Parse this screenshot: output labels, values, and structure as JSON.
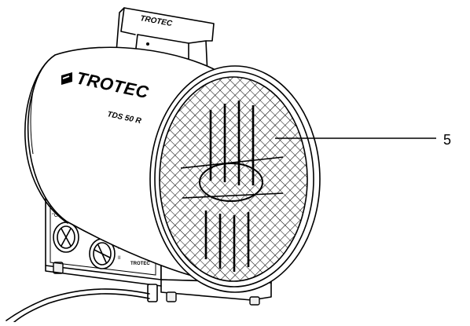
{
  "product": {
    "brand": "TROTEC",
    "model": "TDS 50 R",
    "handle_brand": "TROTEC",
    "panel_brand": "TROTEC",
    "thermostat_symbol": "°C"
  },
  "switch": {
    "labels": [
      "0",
      "I",
      "II"
    ]
  },
  "callouts": [
    {
      "number": "5"
    }
  ]
}
